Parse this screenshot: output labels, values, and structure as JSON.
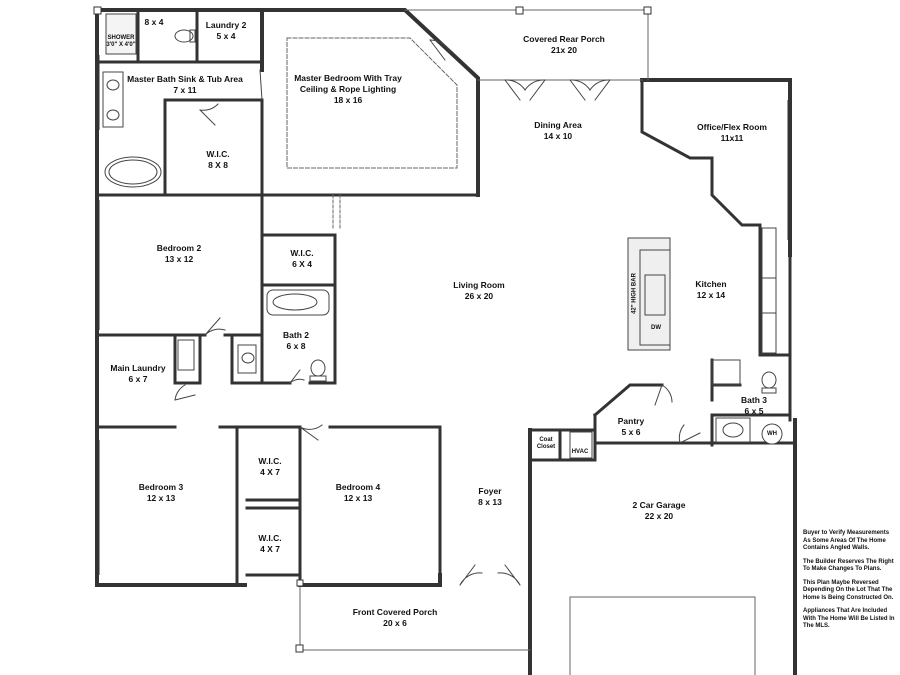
{
  "rooms": {
    "bath_8x4": {
      "size": "8 x 4"
    },
    "shower": {
      "label": "SHOWER",
      "size": "3'0\" X 4'0\""
    },
    "laundry2": {
      "name": "Laundry 2",
      "size": "5 x 4"
    },
    "master_bath": {
      "name": "Master Bath Sink & Tub Area",
      "size": "7 x 11"
    },
    "master_wic": {
      "name": "W.I.C.",
      "size": "8 X 8"
    },
    "master_bedroom": {
      "line1": "Master Bedroom With Tray",
      "line2": "Ceiling & Rope Lighting",
      "size": "18 x 16"
    },
    "rear_porch": {
      "name": "Covered Rear Porch",
      "size": "21x 20"
    },
    "dining": {
      "name": "Dining Area",
      "size": "14 x 10"
    },
    "office": {
      "name": "Office/Flex Room",
      "size": "11x11"
    },
    "bedroom2": {
      "name": "Bedroom 2",
      "size": "13 x 12"
    },
    "wic_6x4": {
      "name": "W.I.C.",
      "size": "6 X 4"
    },
    "living": {
      "name": "Living Room",
      "size": "26 x 20"
    },
    "kitchen": {
      "name": "Kitchen",
      "size": "12 x 14"
    },
    "bath2": {
      "name": "Bath 2",
      "size": "6 x 8"
    },
    "main_laundry": {
      "name": "Main Laundry",
      "size": "6 x 7"
    },
    "bath3": {
      "name": "Bath 3",
      "size": "6 x 5"
    },
    "pantry": {
      "name": "Pantry",
      "size": "5 x 6"
    },
    "bedroom3": {
      "name": "Bedroom 3",
      "size": "12 x 13"
    },
    "wic_a": {
      "name": "W.I.C.",
      "size": "4 X 7"
    },
    "bedroom4": {
      "name": "Bedroom 4",
      "size": "12 x 13"
    },
    "foyer": {
      "name": "Foyer",
      "size": "8 x 13"
    },
    "garage": {
      "name": "2 Car Garage",
      "size": "22 x 20"
    },
    "wic_b": {
      "name": "W.I.C.",
      "size": "4 X 7"
    },
    "front_porch": {
      "name": "Front Covered Porch",
      "size": "20 x 6"
    }
  },
  "fixtures": {
    "coat_closet": {
      "line1": "Coat",
      "line2": "Closet"
    },
    "hvac": "HVAC",
    "wh": "WH",
    "bar": "42\" HIGH BAR",
    "dw": "DW"
  },
  "notes": [
    "Buyer to Verify Measurements As Some Areas Of The Home Contains Angled Walls.",
    "The Builder Reserves The Right To Make Changes To Plans.",
    "This Plan Maybe Reversed Depending On the Lot That The Home Is Being Constructed On.",
    "Appliances That Are Included With The Home Will Be Listed In The MLS."
  ],
  "colors": {
    "wall": "#333333",
    "line": "#555555",
    "paper": "#ffffff"
  }
}
